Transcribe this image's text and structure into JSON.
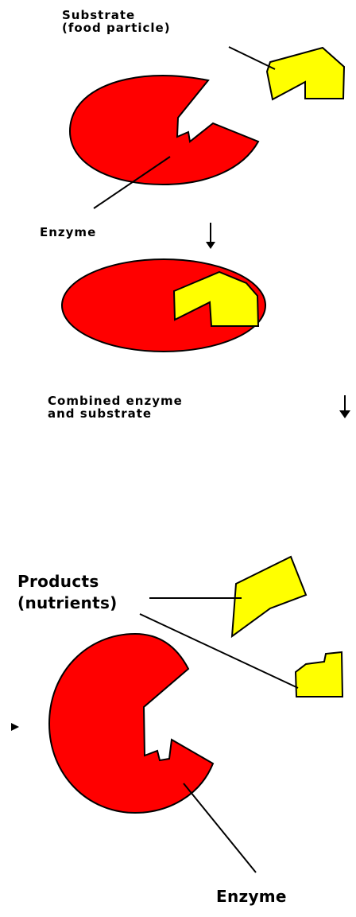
{
  "labels": {
    "substrate_line1": "Substrate",
    "substrate_line2": "(food particle)",
    "enzyme_top": "Enzyme",
    "combined_line1": "Combined enzyme",
    "combined_line2": "and substrate",
    "products_line1": "Products",
    "products_line2": "(nutrients)",
    "enzyme_bottom": "Enzyme"
  },
  "colors": {
    "enzyme": "#ff0000",
    "substrate": "#ffff00",
    "outline": "#000000"
  }
}
